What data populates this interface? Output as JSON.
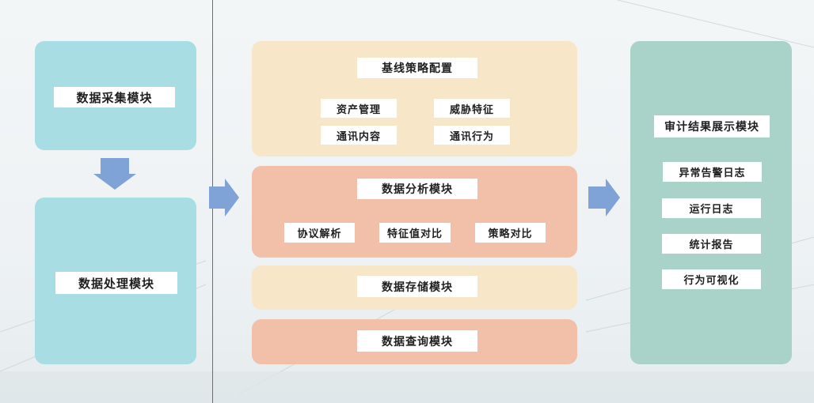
{
  "left": {
    "collect": "数据采集模块",
    "process": "数据处理模块"
  },
  "middle": {
    "baseline": {
      "title": "基线策略配置",
      "items": [
        "资产管理",
        "威胁特征",
        "通讯内容",
        "通讯行为"
      ]
    },
    "analysis": {
      "title": "数据分析模块",
      "items": [
        "协议解析",
        "特征值对比",
        "策略对比"
      ]
    },
    "storage": {
      "title": "数据存储模块"
    },
    "query": {
      "title": "数据查询模块"
    }
  },
  "right": {
    "title": "审计结果展示模块",
    "items": [
      "异常告警日志",
      "运行日志",
      "统计报告",
      "行为可视化"
    ]
  },
  "colors": {
    "teal": "#a8dde3",
    "cream": "#f8e6c8",
    "salmon": "#f2c0a8",
    "mint": "#a9d2c9",
    "arrow": "#7fa3d6"
  }
}
